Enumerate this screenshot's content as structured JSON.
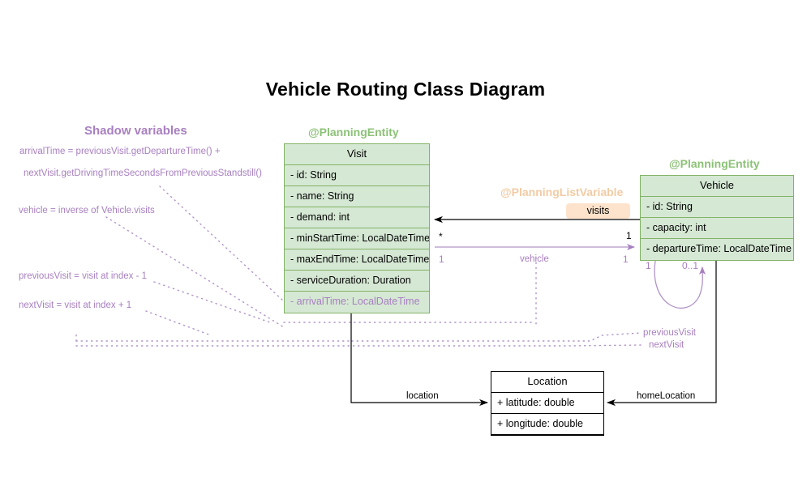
{
  "title": "Vehicle Routing Class Diagram",
  "colors": {
    "class_fill": "#d5e8d4",
    "class_border": "#82b366",
    "stereotype_green": "#8cc177",
    "stereotype_orange": "#f3cba4",
    "badge_fill": "#fde3cb",
    "shadow_purple": "#a87fc0",
    "plain_border": "#000000"
  },
  "stereotypes": {
    "visit": "@PlanningEntity",
    "vehicle": "@PlanningEntity",
    "list_variable": "@PlanningListVariable"
  },
  "classes": {
    "visit": {
      "name": "Visit",
      "fields": [
        "- id: String",
        "- name: String",
        "- demand: int",
        "- minStartTime: LocalDateTime",
        "- maxEndTime: LocalDateTime",
        "- serviceDuration: Duration"
      ],
      "shadow_fields": [
        "- arrivalTime: LocalDateTime"
      ]
    },
    "vehicle": {
      "name": "Vehicle",
      "fields": [
        "- id: String",
        "- capacity: int",
        "- departureTime: LocalDateTime"
      ]
    },
    "location": {
      "name": "Location",
      "fields": [
        "+ latitude: double",
        "+ longitude: double"
      ]
    }
  },
  "badges": {
    "visits": "visits"
  },
  "shadow_panel": {
    "title": "Shadow variables",
    "lines": [
      "arrivalTime = previousVisit.getDepartureTime() +",
      "nextVisit.getDrivingTimeSecondsFromPreviousStandstill()",
      "vehicle = inverse of Vehicle.visits",
      "previousVisit = visit at index - 1",
      "nextVisit = visit at index + 1"
    ]
  },
  "edges": {
    "visits_source_mult": "*",
    "visits_target_mult": "1",
    "vehicle_label": "vehicle",
    "vehicle_source_mult": "1",
    "vehicle_target_mult": "1",
    "self_left_mult": "1",
    "self_right_mult": "0..1",
    "previous_visit_label": "previousVisit",
    "next_visit_label": "nextVisit",
    "location_label": "location",
    "home_location_label": "homeLocation"
  }
}
